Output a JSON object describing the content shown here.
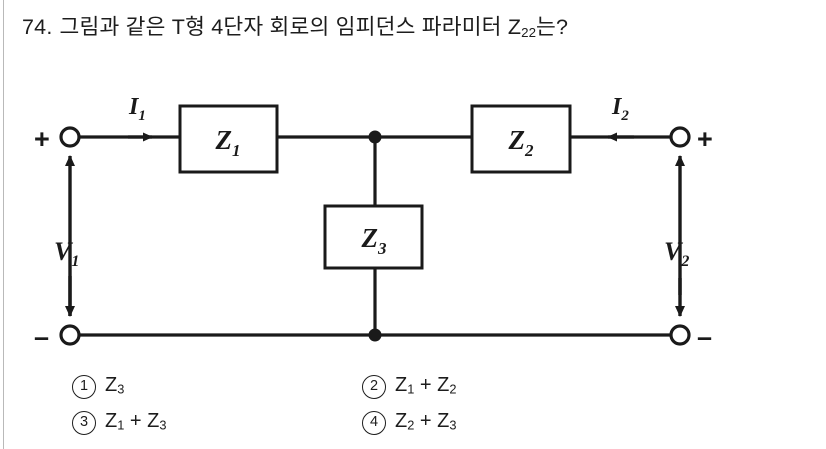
{
  "question": {
    "number": "74.",
    "text_before_sub": "그림과 같은 T형 4단자 회로의 임피던스 파라미터 Z",
    "subscript": "22",
    "text_after_sub": "는?"
  },
  "circuit": {
    "type": "T-network two-port",
    "series_impedance_1": "Z",
    "series_impedance_1_sub": "1",
    "series_impedance_2": "Z",
    "series_impedance_2_sub": "2",
    "shunt_impedance_3": "Z",
    "shunt_impedance_3_sub": "3",
    "current_1": "I",
    "current_1_sub": "1",
    "current_2": "I",
    "current_2_sub": "2",
    "voltage_1": "V",
    "voltage_1_sub": "1",
    "voltage_2": "V",
    "voltage_2_sub": "2",
    "terminal_top_left_sign": "+",
    "terminal_bottom_left_sign": "–",
    "terminal_top_right_sign": "+",
    "terminal_bottom_right_sign": "–"
  },
  "choices": [
    {
      "marker": "1",
      "expr_parts": [
        {
          "base": "Z",
          "sub": "3"
        }
      ],
      "plain": "Z3"
    },
    {
      "marker": "2",
      "expr_parts": [
        {
          "base": "Z",
          "sub": "1"
        },
        {
          "op": "+"
        },
        {
          "base": "Z",
          "sub": "2"
        }
      ],
      "plain": "Z1 + Z2"
    },
    {
      "marker": "3",
      "expr_parts": [
        {
          "base": "Z",
          "sub": "1"
        },
        {
          "op": "+"
        },
        {
          "base": "Z",
          "sub": "3"
        }
      ],
      "plain": "Z1 + Z3"
    },
    {
      "marker": "4",
      "expr_parts": [
        {
          "base": "Z",
          "sub": "2"
        },
        {
          "op": "+"
        },
        {
          "base": "Z",
          "sub": "3"
        }
      ],
      "plain": "Z2 + Z3"
    }
  ],
  "colors": {
    "ink": "#1a1a1a",
    "background": "#ffffff",
    "edge_rule": "#b9b9b9"
  }
}
